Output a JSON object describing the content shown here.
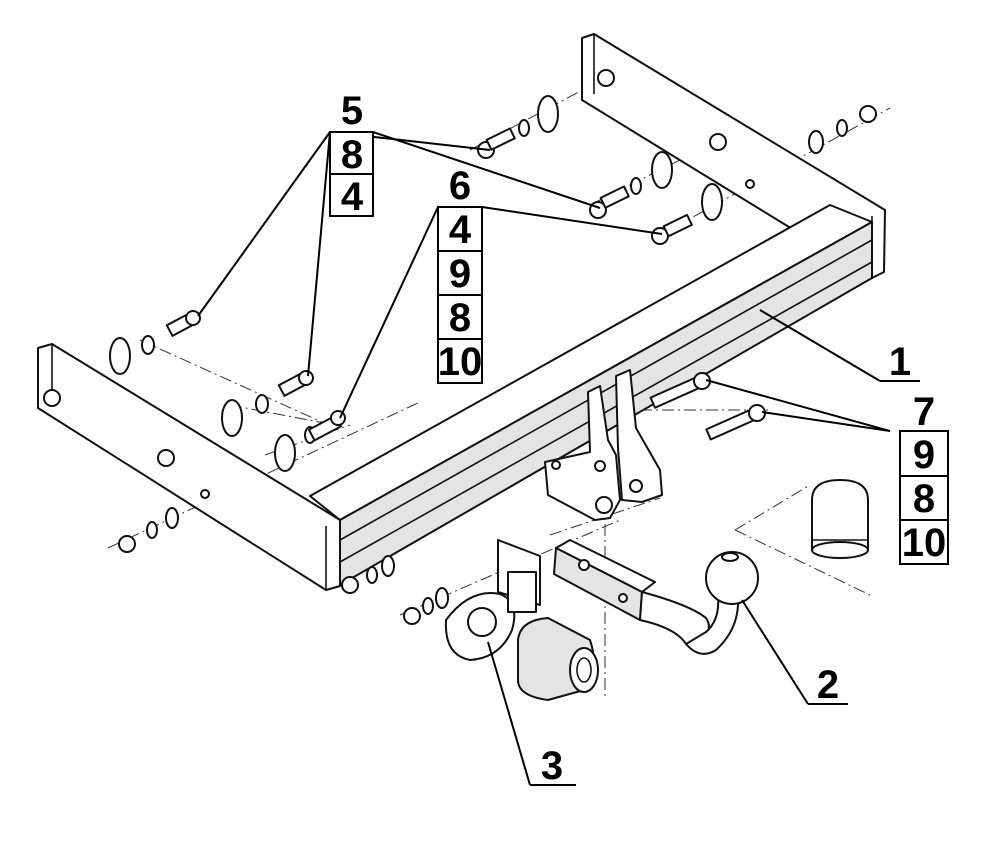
{
  "callouts": {
    "c1": "1",
    "c2": "2",
    "c3": "3",
    "stack_a": [
      "5",
      "8",
      "4"
    ],
    "stack_b": [
      "6",
      "4",
      "9",
      "8",
      "10"
    ],
    "stack_c": [
      "7",
      "9",
      "8",
      "10"
    ]
  },
  "colors": {
    "line": "#111111",
    "background": "#ffffff",
    "shade": "#e4e4e4"
  }
}
